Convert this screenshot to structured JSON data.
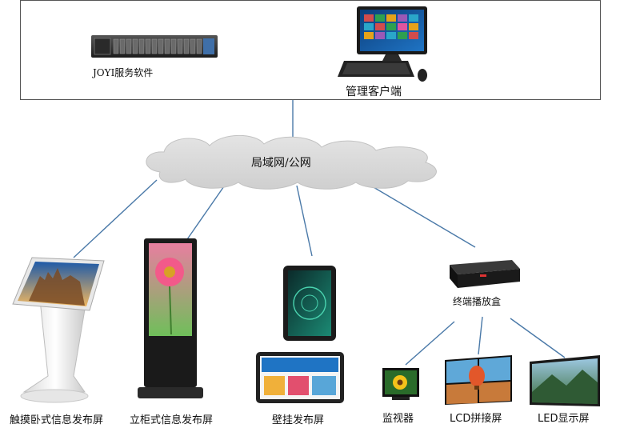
{
  "server": {
    "label": "JOYI服务软件"
  },
  "client": {
    "label": "管理客户端"
  },
  "network": {
    "label": "局域网/公网"
  },
  "devices": {
    "kiosk": "触摸卧式信息发布屏",
    "totem": "立柜式信息发布屏",
    "wall": "壁挂发布屏",
    "stb": "终端播放盒",
    "monitor": "监视器",
    "lcd_wall": "LCD拼接屏",
    "led": "LED显示屏"
  },
  "colors": {
    "link": "#4a79a8",
    "cloud": "#d9d9d9",
    "frame": "#555555"
  }
}
